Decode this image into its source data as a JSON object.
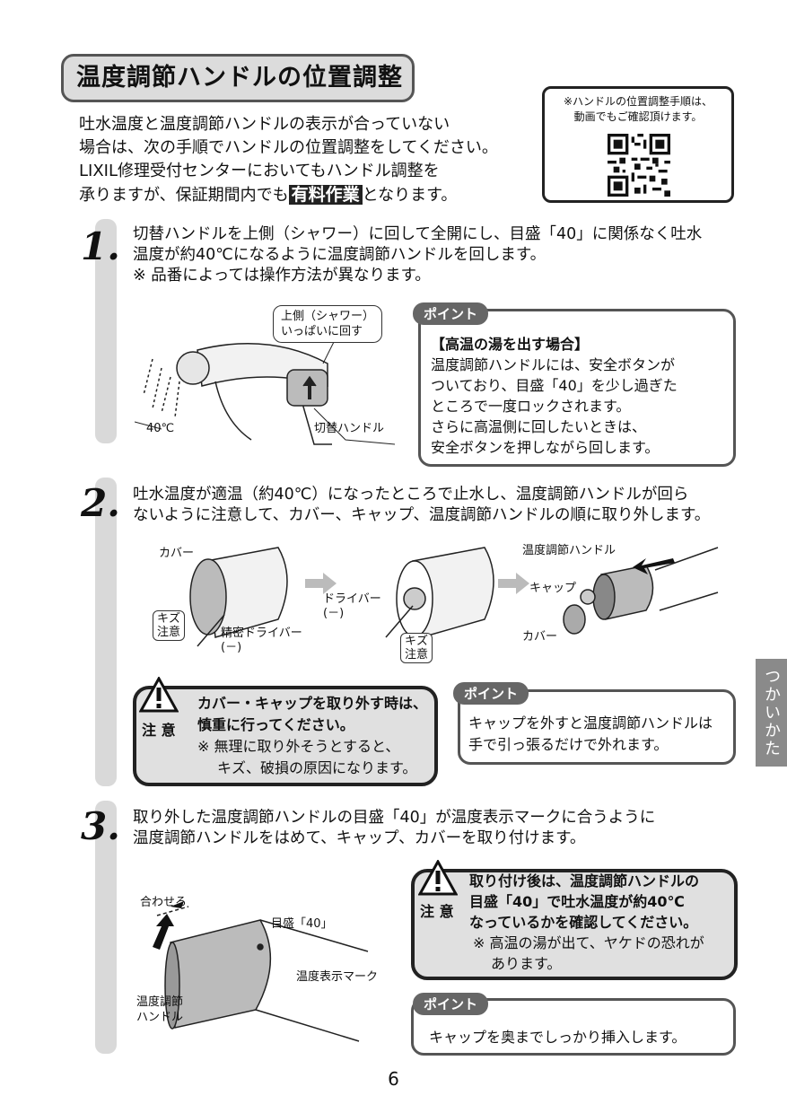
{
  "title": "温度調節ハンドルの位置調整",
  "intro": {
    "line1": "吐水温度と温度調節ハンドルの表示が合っていない",
    "line2": "場合は、次の手順でハンドルの位置調整をしてください。",
    "line3": "LIXIL修理受付センターにおいてもハンドル調整を",
    "line4_pre": "承りますが、保証期間内でも",
    "line4_em": "有料作業",
    "line4_post": "となります。"
  },
  "qr": {
    "line1": "※ハンドルの位置調整手順は、",
    "line2": "動画でもご確認頂けます。"
  },
  "step1": {
    "number": "1.",
    "line1": "切替ハンドルを上側（シャワー）に回して全開にし、目盛「40」に関係なく吐水",
    "line2": "温度が約40℃になるように温度調節ハンドルを回します。",
    "line3": "※ 品番によっては操作方法が異なります。",
    "callout1": "上側（シャワー）",
    "callout2": "いっぱいに回す",
    "label_temp": "40℃",
    "label_handle": "切替ハンドル",
    "point_tag": "ポイント",
    "point_title": "【高温の湯を出す場合】",
    "point_lines": [
      "温度調節ハンドルには、安全ボタンが",
      "ついており、目盛「40」を少し過ぎた",
      "ところで一度ロックされます。",
      "さらに高温側に回したいときは、",
      "安全ボタンを押しながら回します。"
    ]
  },
  "step2": {
    "number": "2.",
    "line1": "吐水温度が適温（約40℃）になったところで止水し、温度調節ハンドルが回ら",
    "line2": "ないように注意して、カバー、キャップ、温度調節ハンドルの順に取り外します。",
    "lbl_cover": "カバー",
    "lbl_kizu1a": "キズ",
    "lbl_kizu1b": "注意",
    "lbl_precision": "精密ドライバー",
    "lbl_minus": "(－)",
    "lbl_driver": "ドライバー",
    "lbl_driver_minus": "(－)",
    "lbl_kizu2a": "キズ",
    "lbl_kizu2b": "注意",
    "lbl_handle": "温度調節ハンドル",
    "lbl_cap": "キャップ",
    "lbl_cover2": "カバー",
    "caution_label": "注 意",
    "caution_line1": "カバー・キャップを取り外す時は、",
    "caution_line2": "慎重に行ってください。",
    "caution_line3": "※ 無理に取り外そうとすると、",
    "caution_line4": "キズ、破損の原因になります。",
    "point_tag": "ポイント",
    "point_line1": "キャップを外すと温度調節ハンドルは",
    "point_line2": "手で引っ張るだけで外れます。"
  },
  "step3": {
    "number": "3.",
    "line1": "取り外した温度調節ハンドルの目盛「40」が温度表示マークに合うように",
    "line2": "温度調節ハンドルをはめて、キャップ、カバーを取り付けます。",
    "lbl_align": "合わせる",
    "lbl_scale": "目盛「40」",
    "lbl_mark": "温度表示マーク",
    "lbl_handle1": "温度調節",
    "lbl_handle2": "ハンドル",
    "caution_label": "注 意",
    "caution_line1": "取り付け後は、温度調節ハンドルの",
    "caution_line2": "目盛「40」で吐水温度が約40℃",
    "caution_line3": "なっているかを確認してください。",
    "caution_line4": "※ 高温の湯が出て、ヤケドの恐れが",
    "caution_line5": "あります。",
    "point_tag": "ポイント",
    "point_line1": "キャップを奥までしっかり挿入します。"
  },
  "side_tab": "つかいかた",
  "page_number": "6"
}
